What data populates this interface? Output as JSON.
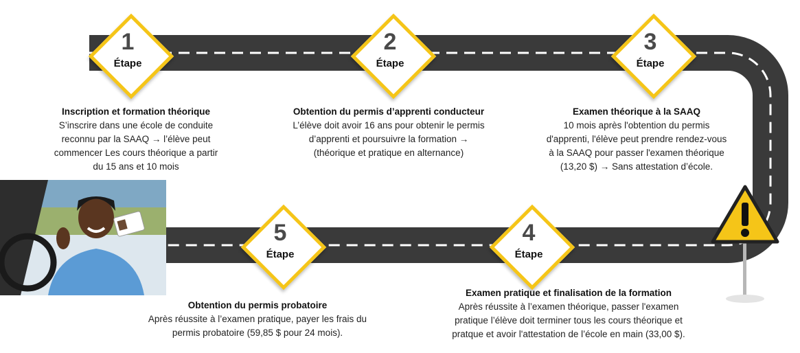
{
  "steps": [
    {
      "number": "1",
      "label": "Étape",
      "title": "Inscription et formation théorique",
      "body": "S’inscrire dans une école de conduite\nreconnu par la SAAQ → l’élève peut\ncommencer  Les cours théorique a partir\ndu 15 ans et 10 mois"
    },
    {
      "number": "2",
      "label": "Étape",
      "title": "Obtention du permis d’apprenti conducteur",
      "body": "L’élève doit avoir 16 ans pour obtenir le permis\nd’apprenti et poursuivre la formation  →\n(théorique et pratique en alternance)"
    },
    {
      "number": "3",
      "label": "Étape",
      "title": "Examen théorique à la SAAQ",
      "body": "10 mois après l'obtention du permis\nd'apprenti, l'élève peut prendre rendez-vous\nà la SAAQ pour passer l'examen théorique\n(13,20 $) → Sans attestation d’école."
    },
    {
      "number": "4",
      "label": "Étape",
      "title": "Examen pratique et finalisation de la formation",
      "body": "Après réussite à l’examen théorique, passer l'examen\npratique l’élève doit terminer tous les cours théorique et\npratque et avoir l'attestation de l’école en main (33,00 $)."
    },
    {
      "number": "5",
      "label": "Étape",
      "title": "Obtention du permis probatoire",
      "body": "Après réussite à l’examen pratique, payer les frais du\npermis probatoire (59,85 $ pour 24 mois)."
    }
  ],
  "icons": {
    "warning_sign": "warning-triangle-icon",
    "photo": "driver-with-license-photo"
  },
  "colors": {
    "road": "#3a3a3a",
    "accent": "#f5c518",
    "lane": "#ffffff"
  }
}
